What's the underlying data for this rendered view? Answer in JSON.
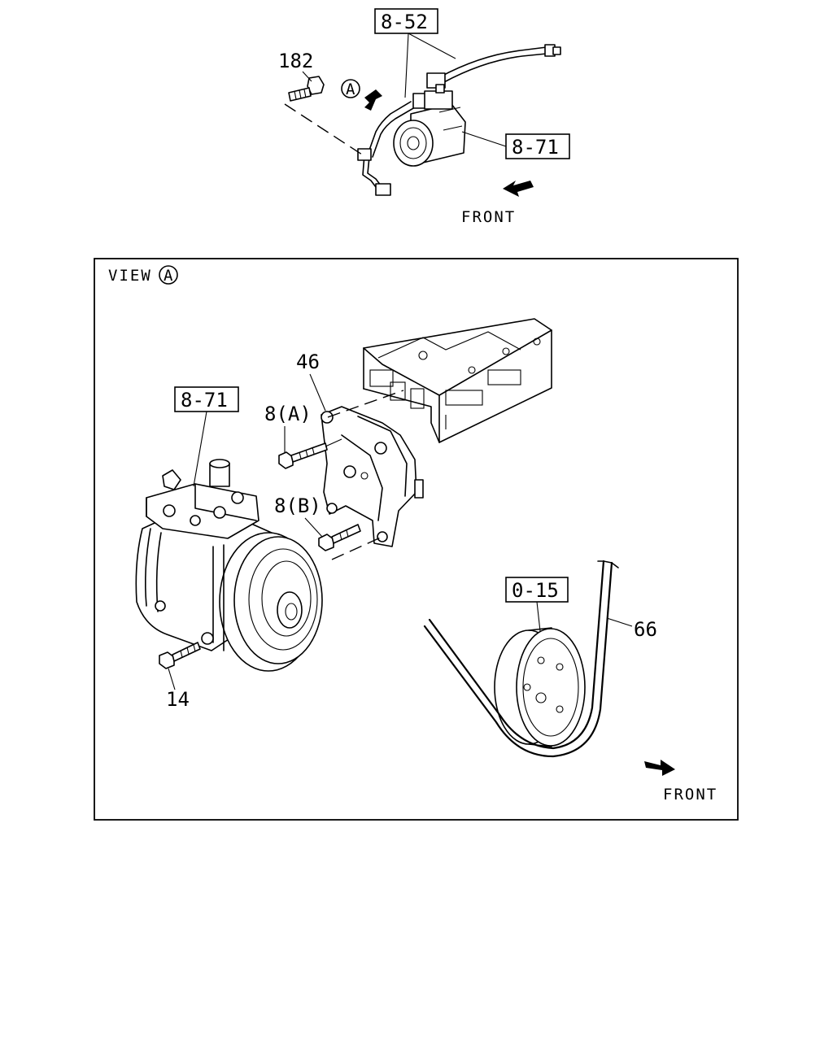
{
  "top_view": {
    "part_labels": {
      "hose_assembly": "8-52",
      "compressor": "8-71",
      "bolt": "182"
    },
    "view_marker": "A",
    "front_label": "FRONT"
  },
  "detail_view": {
    "title": "VIEW",
    "title_marker": "A",
    "part_labels": {
      "compressor": "8-71",
      "bracket": "46",
      "bolt_a": "8(A)",
      "bolt_b": "8(B)",
      "lower_bolt": "14",
      "pulley": "0-15",
      "belt": "66"
    },
    "front_label": "FRONT"
  }
}
